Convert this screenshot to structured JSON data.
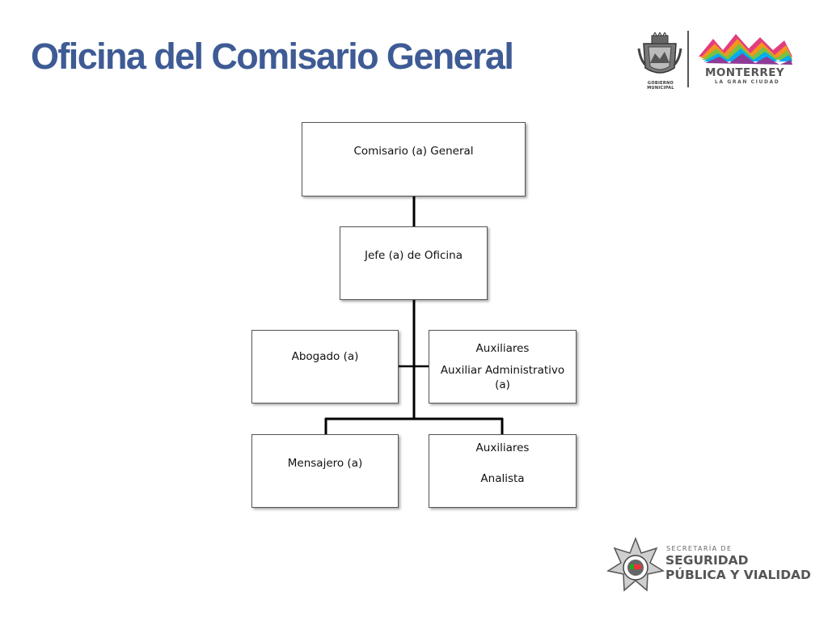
{
  "page": {
    "title": "Oficina del Comisario General",
    "title_color": "#3e5b95"
  },
  "logos": {
    "municipal_seal": {
      "icon": "municipal-seal-icon",
      "caption": "GOBIERNO MUNICIPAL"
    },
    "city": {
      "icon": "monterrey-mountains-icon",
      "name": "MONTERREY",
      "slogan": "LA GRAN CIUDAD"
    },
    "secretariat": {
      "icon": "police-star-badge-icon",
      "line1": "SECRETARÍA DE",
      "line2": "SEGURIDAD",
      "line3": "PÚBLICA Y VIALIDAD"
    }
  },
  "org_chart": {
    "top": {
      "label": "Comisario (a) General"
    },
    "head": {
      "label": "Jefe (a) de Oficina"
    },
    "lawyer": {
      "label": "Abogado (a)"
    },
    "admin_aux": {
      "group": "Auxiliares",
      "label": "Auxiliar Administrativo (a)"
    },
    "messenger": {
      "label": "Mensajero (a)"
    },
    "analyst": {
      "group": "Auxiliares",
      "label": "Analista"
    },
    "relations": [
      [
        "Comisario (a) General",
        "Jefe (a) de Oficina"
      ],
      [
        "Jefe (a) de Oficina",
        "Abogado (a)"
      ],
      [
        "Jefe (a) de Oficina",
        "Auxiliar Administrativo (a)"
      ],
      [
        "Jefe (a) de Oficina",
        "Mensajero (a)"
      ],
      [
        "Jefe (a) de Oficina",
        "Analista"
      ]
    ]
  }
}
